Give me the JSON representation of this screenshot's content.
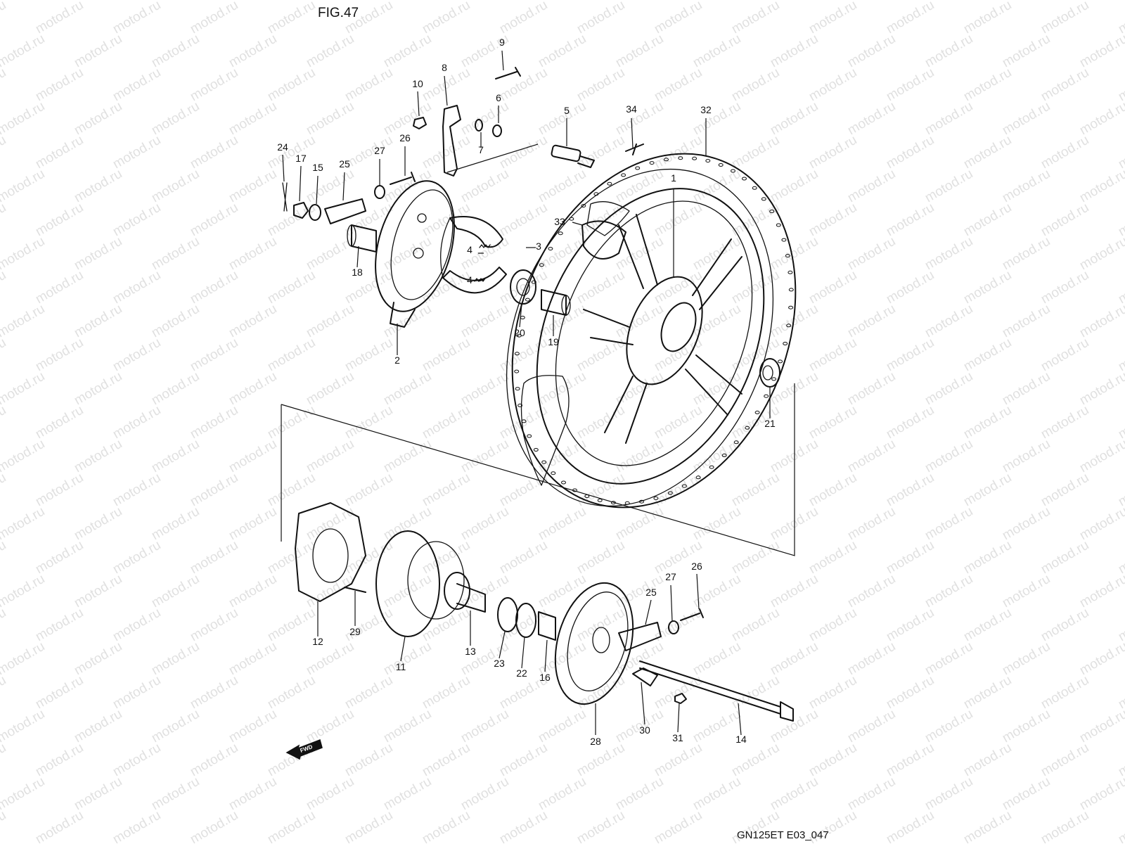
{
  "figure_label": "FIG.47",
  "footer_code": "GN125ET E03_047",
  "watermark_text": "motod.ru",
  "fwd_label": "FWD",
  "callouts": [
    "1",
    "2",
    "3",
    "4",
    "4",
    "5",
    "6",
    "7",
    "8",
    "9",
    "10",
    "11",
    "12",
    "13",
    "14",
    "15",
    "16",
    "17",
    "18",
    "19",
    "20",
    "21",
    "22",
    "23",
    "24",
    "25",
    "25",
    "26",
    "26",
    "27",
    "27",
    "28",
    "29",
    "30",
    "31",
    "32",
    "33",
    "34"
  ],
  "colors": {
    "line": "#111111",
    "background": "#ffffff",
    "watermark": "#c8c8c8"
  }
}
